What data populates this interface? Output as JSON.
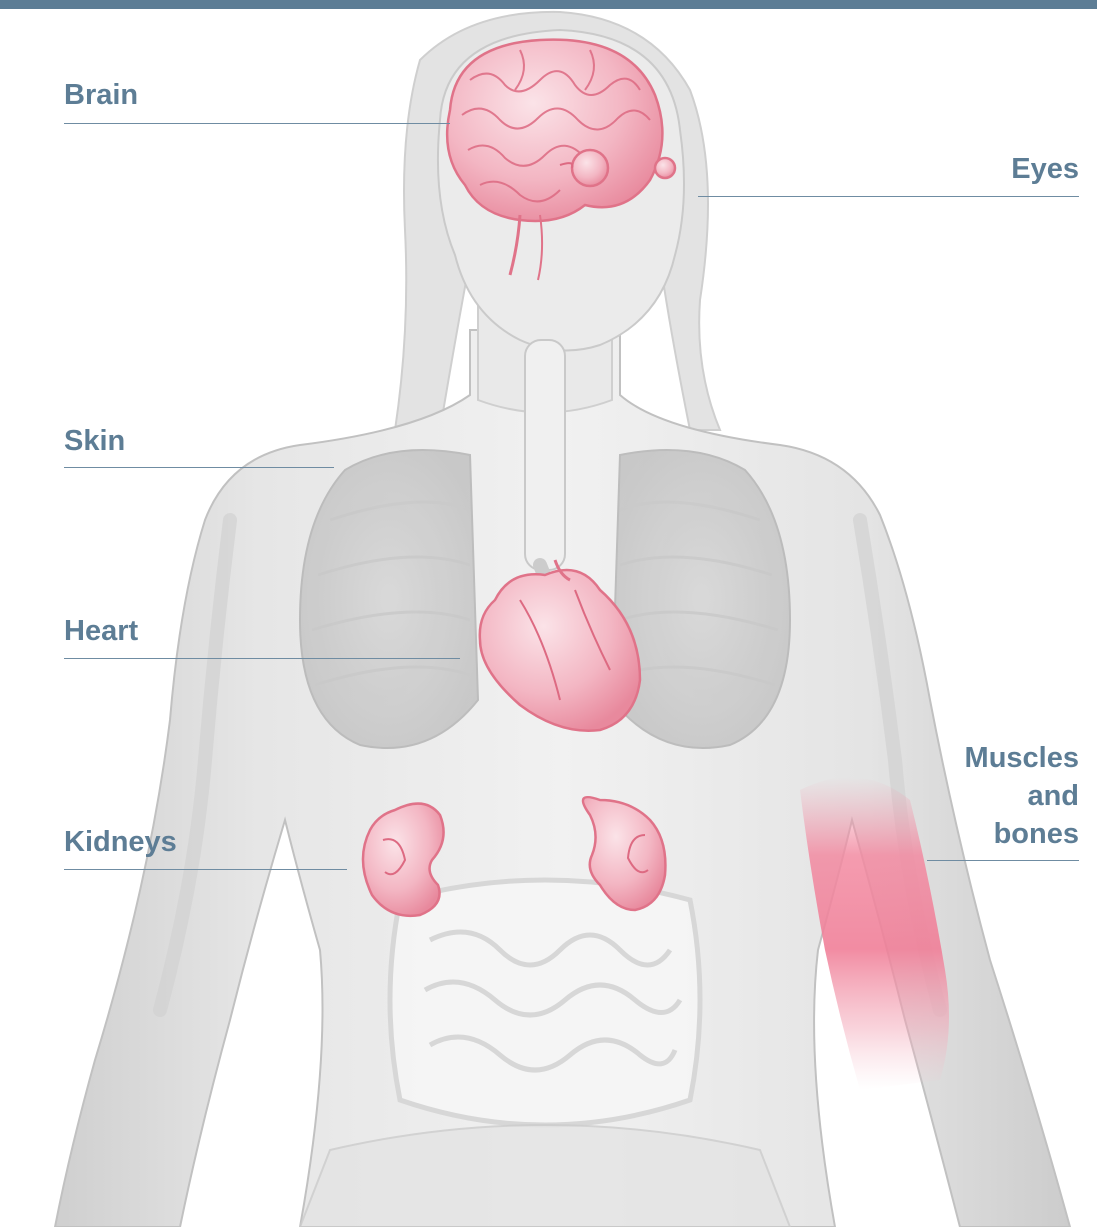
{
  "colors": {
    "top_bar": "#5d7d95",
    "label_text": "#5d7d95",
    "leader_line": "#6f8ca2",
    "organ_fill": "#f3b8c4",
    "organ_stroke": "#e27f93",
    "organ_dark": "#d85c76",
    "body_light": "#eeeeee",
    "body_mid": "#dedede",
    "body_dark": "#c3c3c3",
    "body_outline": "#bdbdbd"
  },
  "labels": {
    "brain": "Brain",
    "eyes": "Eyes",
    "skin": "Skin",
    "heart": "Heart",
    "kidneys": "Kidneys",
    "muscles_line1": "Muscles",
    "muscles_line2": "and",
    "muscles_line3": "bones"
  }
}
